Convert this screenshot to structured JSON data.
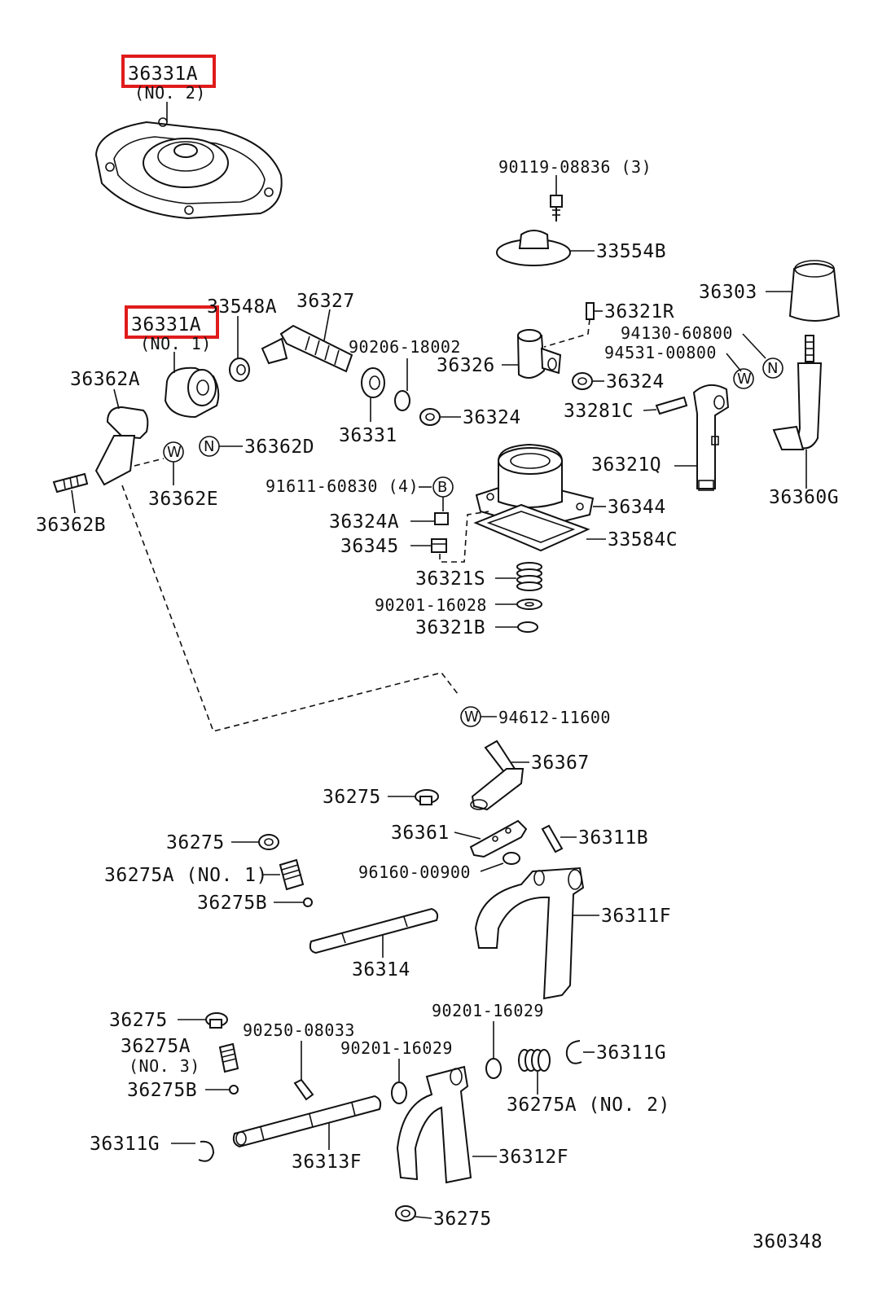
{
  "highlight_color": "#e01b1b",
  "diagram_code": "360348",
  "labels": {
    "p36331A_top": "36331A",
    "p36331A_top_sub": "(NO. 2)",
    "p36331A_mid": "36331A",
    "p36331A_mid_sub": "(NO. 1)",
    "p90119": "90119-08836 (3)",
    "p33554B": "33554B",
    "p33548A": "33548A",
    "p36327": "36327",
    "p36303": "36303",
    "p36321R": "36321R",
    "p94130": "94130-60800",
    "p94531": "94531-00800",
    "p90206": "90206-18002",
    "p36326": "36326",
    "p36324a": "36324",
    "p36362A": "36362A",
    "p36331": "36331",
    "p36324b": "36324",
    "p33281C": "33281C",
    "p36362D": "36362D",
    "p36321Q": "36321Q",
    "p36362E": "36362E",
    "p91611": "91611-60830 (4)",
    "p36344": "36344",
    "p36360G": "36360G",
    "p36362B": "36362B",
    "p36324A": "36324A",
    "p33584C": "33584C",
    "p36345": "36345",
    "p36321S": "36321S",
    "p90201_16028": "90201-16028",
    "p36321B": "36321B",
    "p94612": "94612-11600",
    "p36367": "36367",
    "p36275_1": "36275",
    "p36275_2": "36275",
    "p36361": "36361",
    "p36311B": "36311B",
    "p36275A_1": "36275A (NO. 1)",
    "p96160": "96160-00900",
    "p36275B_1": "36275B",
    "p36311F": "36311F",
    "p36314": "36314",
    "p90201_16029a": "90201-16029",
    "p36275_3": "36275",
    "p90250": "90250-08033",
    "p36275A_3": "36275A",
    "p36275A_3_sub": "(NO. 3)",
    "p90201_16029b": "90201-16029",
    "p36311G_1": "36311G",
    "p36275B_2": "36275B",
    "p36275A_2": "36275A (NO. 2)",
    "p36311G_2": "36311G",
    "p36313F": "36313F",
    "p36312F": "36312F",
    "p36275_4": "36275"
  },
  "symbols": {
    "W": "W",
    "N": "N",
    "B": "B"
  }
}
